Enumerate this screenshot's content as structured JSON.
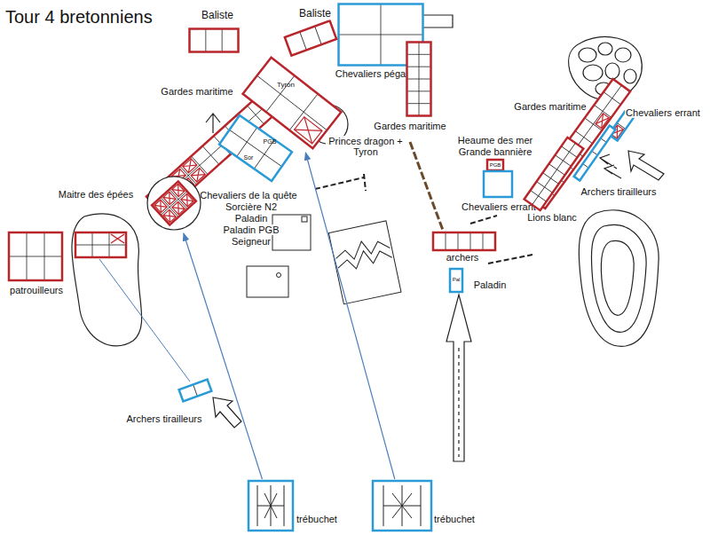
{
  "diagram": {
    "title": "Tour 4 bretonniens",
    "nodes": [
      {
        "text": [
          "Baliste"
        ]
      },
      {
        "text": [
          "Chevaliers pégases"
        ]
      },
      {
        "text": [
          "Baliste"
        ]
      },
      {
        "text": [
          "Gardes maritime"
        ]
      },
      {
        "text": [
          "Gardes maritime"
        ]
      },
      {
        "text": [
          "Tyron",
          "Princes dragon + Tyron"
        ]
      },
      {
        "text": [
          "PGB",
          "Sor",
          "Chevaliers de la quête",
          "Sorcière N2",
          "Paladin",
          "Paladin PGB",
          "Seigneur"
        ]
      },
      {
        "text": [
          "Maitre des épées"
        ]
      },
      {
        "text": [
          "PGB",
          "Heaume des mer",
          "Grande bannière"
        ]
      },
      {
        "text": [
          "Chevaliers errant"
        ]
      },
      {
        "text": [
          "Gardes maritime"
        ]
      },
      {
        "text": [
          "Chevaliers errant"
        ]
      },
      {
        "text": [
          "Archers tirailleurs"
        ]
      },
      {
        "text": [
          "Lions blanc"
        ]
      },
      {
        "text": [
          "archers"
        ]
      },
      {
        "text": [
          "Pal",
          "Paladin"
        ]
      },
      {
        "text": [
          "patrouilleurs"
        ]
      },
      {
        "text": [
          "Archers tirailleurs"
        ]
      },
      {
        "text": [
          "trébuchet"
        ]
      },
      {
        "text": [
          "trébuchet"
        ]
      }
    ],
    "edges": [
      {
        "from": 18,
        "to": 7,
        "arrow": "to"
      },
      {
        "from": 19,
        "to": 5,
        "arrow": "to"
      }
    ]
  }
}
